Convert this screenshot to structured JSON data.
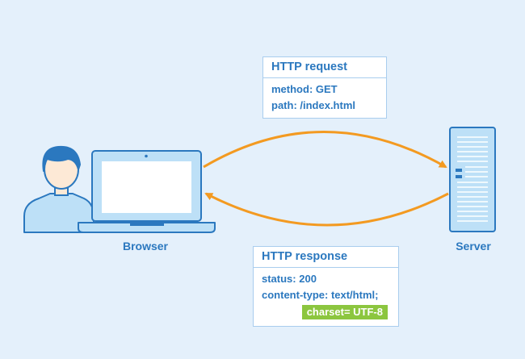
{
  "colors": {
    "background": "#e4f0fb",
    "primary_blue": "#2b78bf",
    "light_blue": "#bde0f7",
    "arrow_orange": "#f39a21",
    "box_border": "#a9cdee",
    "charset_green": "#8cc63f"
  },
  "icons": {
    "user": "user-icon",
    "laptop": "laptop-icon",
    "server": "server-icon"
  },
  "labels": {
    "browser": "Browser",
    "server": "Server"
  },
  "request": {
    "title": "HTTP request",
    "lines": [
      "method: GET",
      "path: /index.html"
    ]
  },
  "response": {
    "title": "HTTP response",
    "lines": [
      "status: 200",
      "content-type: text/html;"
    ],
    "charset": "charset= UTF-8"
  }
}
